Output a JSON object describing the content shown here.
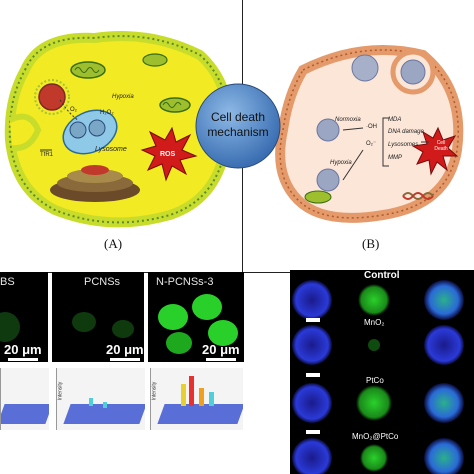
{
  "panels": {
    "A": {
      "label": "(A)"
    },
    "B": {
      "label": "(B)"
    }
  },
  "center": {
    "line1": "Cell death",
    "line2": "mechanism"
  },
  "cellA": {
    "hypoxia": "Hypoxia",
    "o2": "O₂",
    "h2o2": "H₂O₂",
    "lysosome": "Lysosome",
    "tfr1": "TfR1",
    "ros": "ROS"
  },
  "cellB": {
    "normoxia": "Normoxia",
    "oh": "·OH",
    "o2minus": "O₂⁻",
    "hypoxia": "Hypoxia",
    "list": [
      "MDA",
      "DNA damage",
      "Lysosomes",
      "MMP"
    ],
    "death": "Cell Death"
  },
  "microscopy_left": {
    "tiles": [
      "BS",
      "PCNSs",
      "N-PCNSs-3"
    ],
    "scale": "20 μm",
    "axis_label": "Intensity"
  },
  "microscopy_right": {
    "header": "Control",
    "rows": [
      "MnO₂",
      "PtCo",
      "MnO₂@PtCo"
    ]
  },
  "colors": {
    "membrane_yellow": "#c8dc2c",
    "cell_yellow": "#f2ea22",
    "membrane_orange": "#e49a6a",
    "cell_peach": "#fbe6d8",
    "center_blue": "#4f86c6",
    "fluor_green": "#2ad02a",
    "fluor_blue": "#2a3ad8"
  }
}
